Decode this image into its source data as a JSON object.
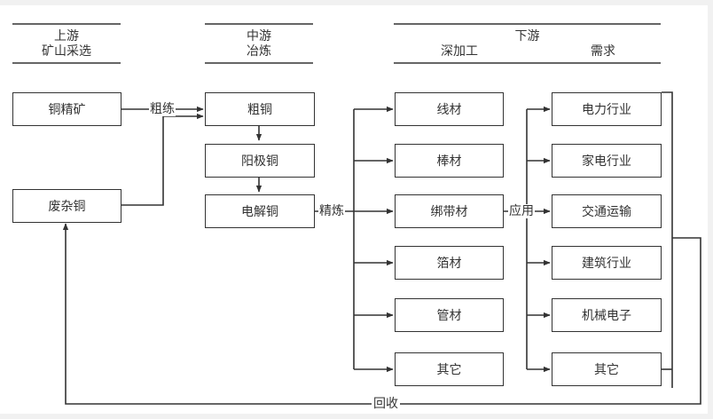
{
  "headers": {
    "upstream": {
      "line1": "上游",
      "line2": "矿山采选"
    },
    "midstream": {
      "line1": "中游",
      "line2": "冶炼"
    },
    "downstream": {
      "line1": "下游",
      "left": "深加工",
      "right": "需求"
    }
  },
  "nodes": {
    "copper_concentrate": "铜精矿",
    "scrap_copper": "废杂铜",
    "blister_copper": "粗铜",
    "anode_copper": "阳极铜",
    "cathode_copper": "电解铜",
    "processing": [
      "线材",
      "棒材",
      "绑带材",
      "箔材",
      "管材",
      "其它"
    ],
    "demand": [
      "电力行业",
      "家电行业",
      "交通运输",
      "建筑行业",
      "机械电子",
      "其它"
    ]
  },
  "edge_labels": {
    "smelting": "粗练",
    "refining": "精炼",
    "application": "应用",
    "recycling": "回收"
  },
  "colors": {
    "line": "#333333",
    "background": "#ffffff",
    "page": "#f1f1f1"
  }
}
